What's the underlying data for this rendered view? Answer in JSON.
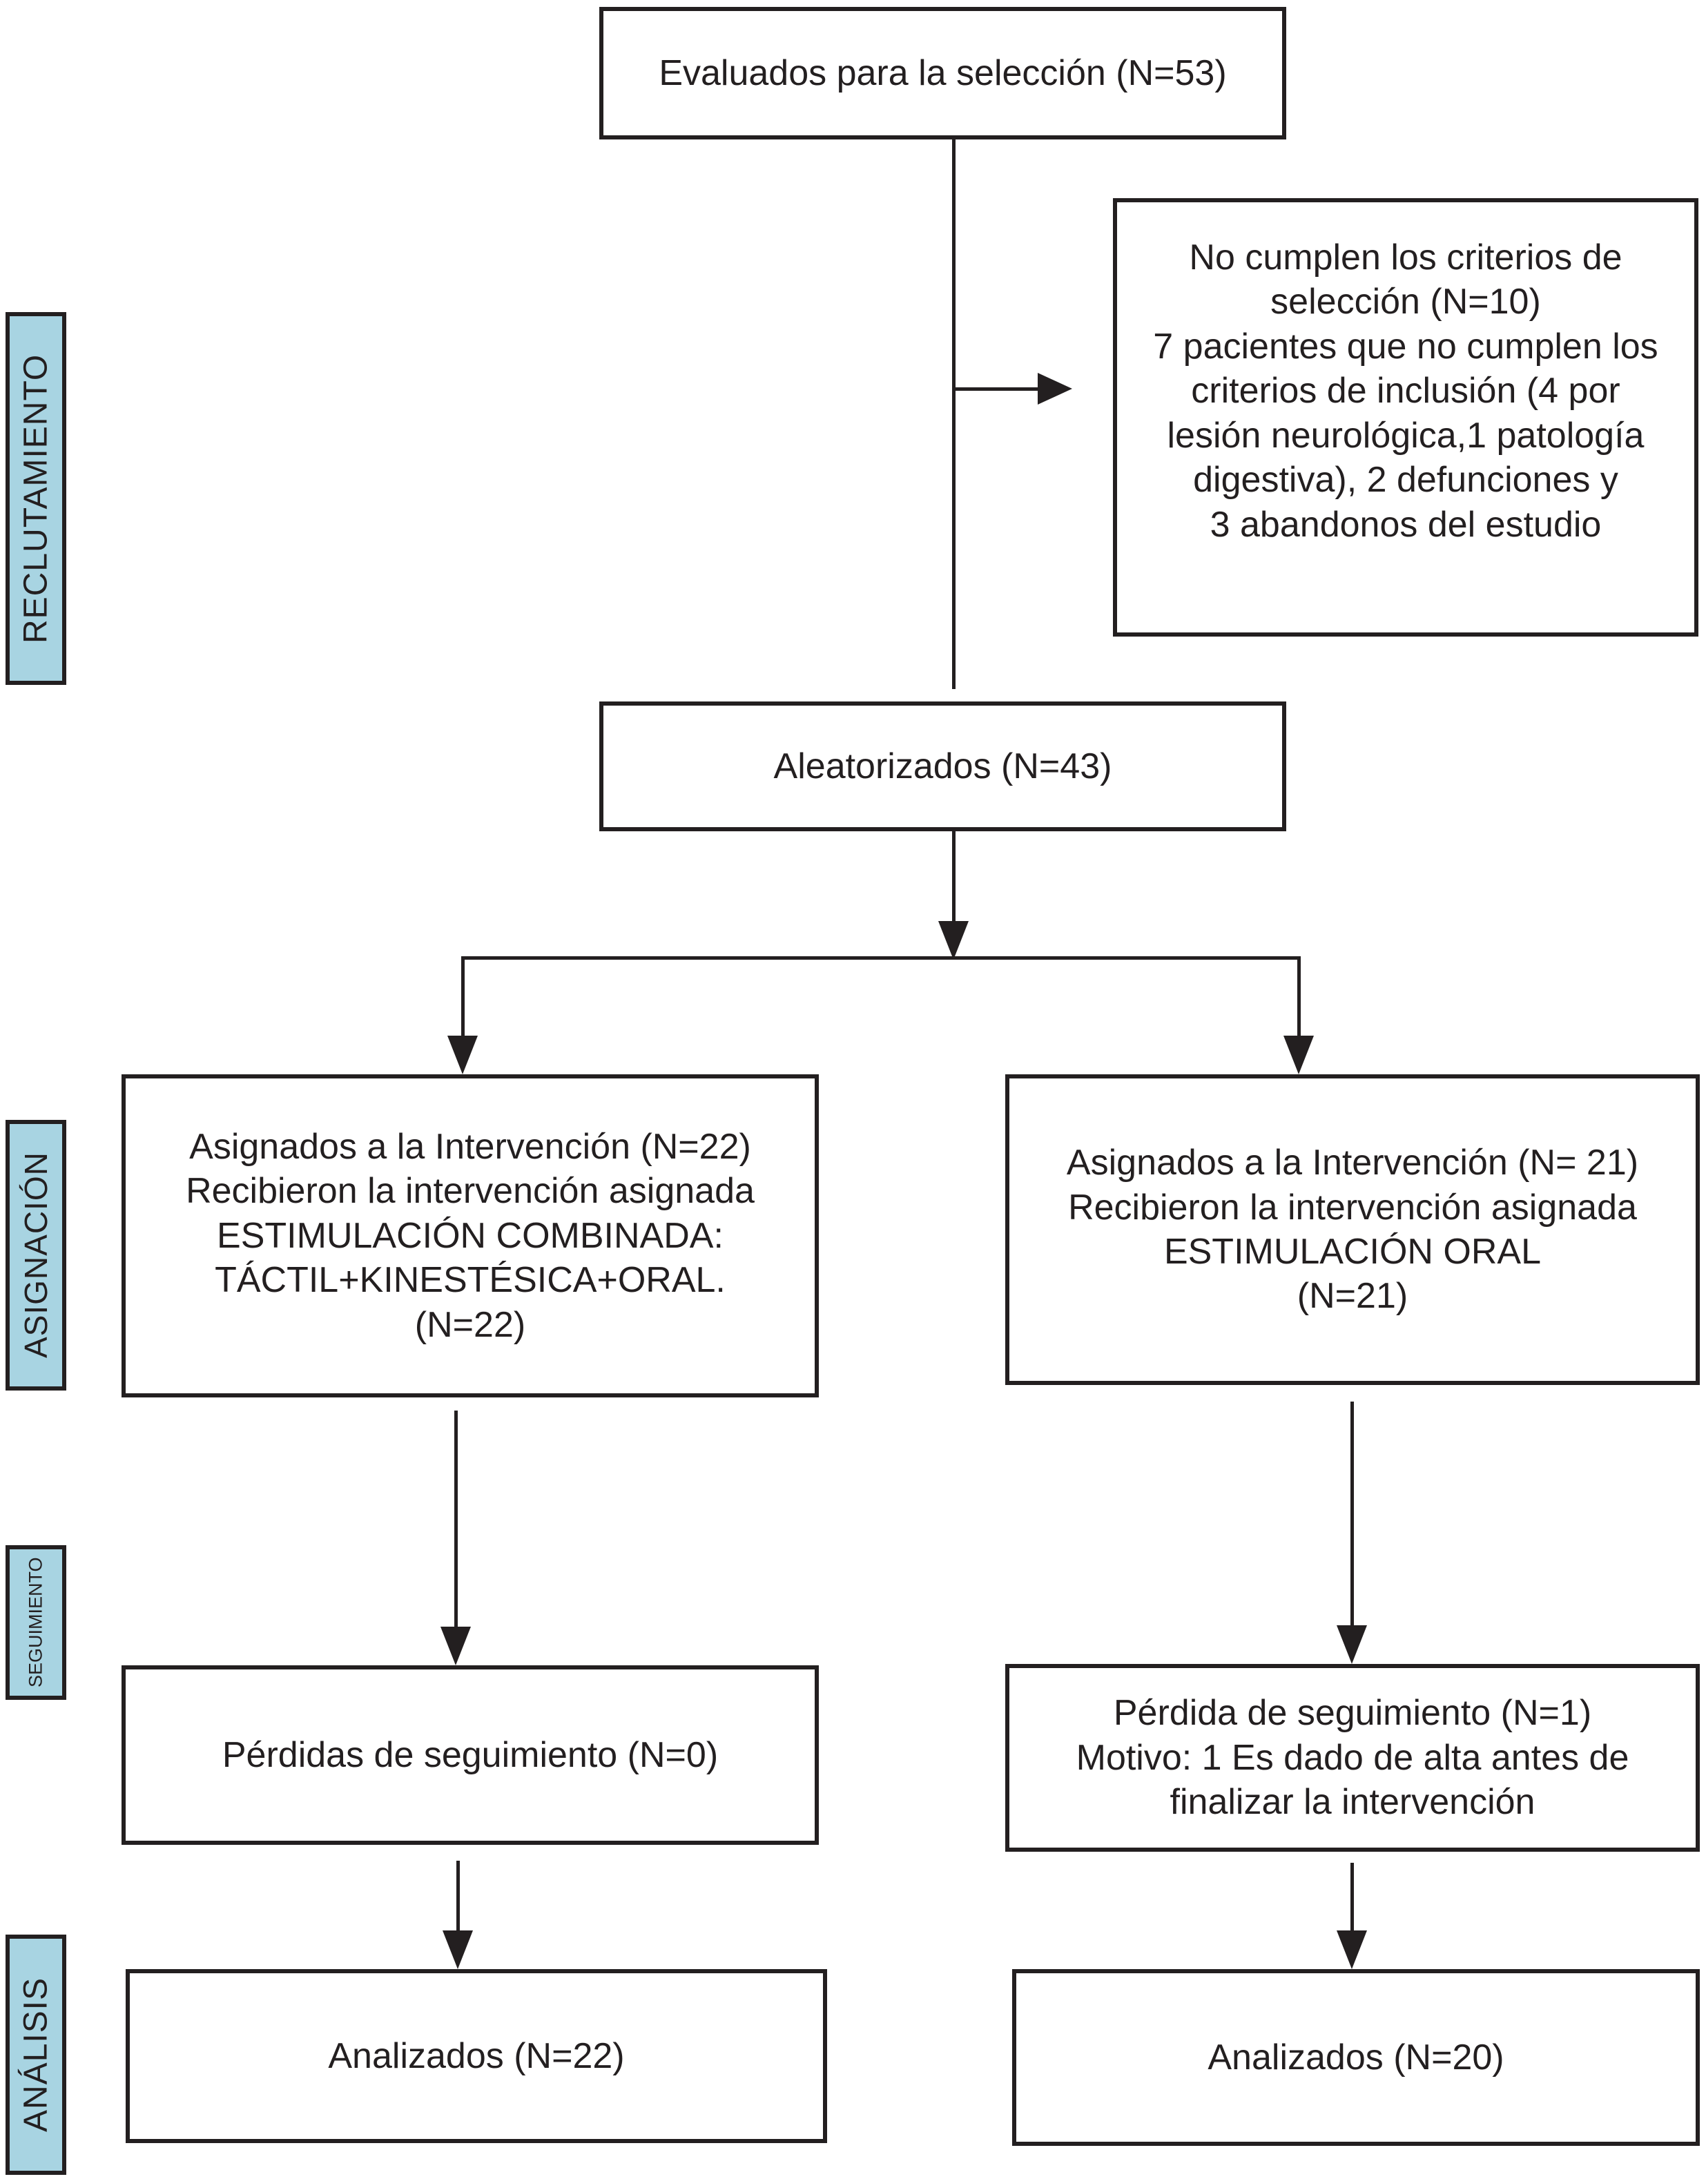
{
  "stages": [
    {
      "label": "RECLUTAMIENTO"
    },
    {
      "label": "ASIGNACIÓN"
    },
    {
      "label": "SEGUIMIENTO"
    },
    {
      "label": "ANÁLISIS"
    }
  ],
  "boxes": {
    "screened": {
      "text": "Evaluados para la selección (N=53)"
    },
    "excluded": {
      "text": "No cumplen los criterios de\nselección (N=10)\n7 pacientes que no cumplen los\ncriterios de inclusión (4 por\nlesión neurológica,1 patología\ndigestiva), 2 defunciones y\n3 abandonos del estudio"
    },
    "randomized": {
      "text": "Aleatorizados (N=43)"
    },
    "assigned_combined": {
      "text": "Asignados a la Intervención (N=22)\nRecibieron la intervención asignada\nESTIMULACIÓN COMBINADA:\nTÁCTIL+KINESTÉSICA+ORAL.\n(N=22)"
    },
    "assigned_oral": {
      "text": "Asignados a la Intervención (N= 21)\nRecibieron la intervención asignada\nESTIMULACIÓN ORAL\n(N=21)"
    },
    "followup_combined": {
      "text": "Pérdidas de seguimiento (N=0)"
    },
    "followup_oral": {
      "text": "Pérdida de seguimiento (N=1)\nMotivo: 1 Es dado de alta antes de\nfinalizar la intervención"
    },
    "analyzed_combined": {
      "text": "Analizados (N=22)"
    },
    "analyzed_oral": {
      "text": "Analizados (N=20)"
    }
  },
  "colors": {
    "stage_fill": "#a8d4e2",
    "line": "#231f20",
    "box_fill": "#ffffff"
  }
}
